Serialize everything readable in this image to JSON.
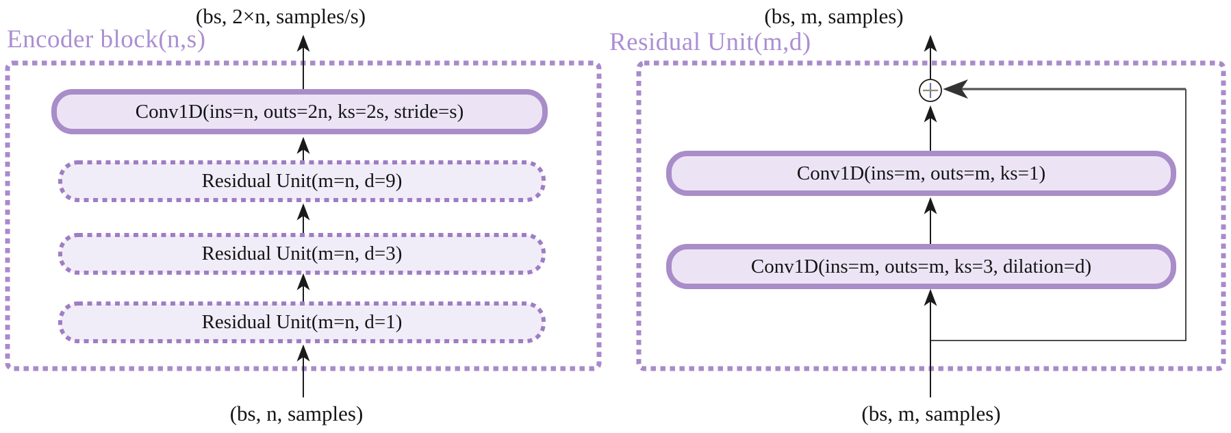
{
  "colors": {
    "container_dash": "#a98aca",
    "solid_box_border": "#a88dc9",
    "solid_box_fill": "#ece4f5",
    "dashed_box_border": "#9f7dc4",
    "dashed_box_fill": "#f1edf8",
    "title_text": "#ab8fd2",
    "label_text": "#141414",
    "arrow": "#1a1a1a",
    "skip_line": "#555555"
  },
  "left": {
    "title": "Encoder block(n,s)",
    "output_label": "(bs, 2×n, samples/s)",
    "input_label": "(bs, n, samples)",
    "conv_label": "Conv1D(ins=n, outs=2n, ks=2s, stride=s)",
    "residual_units": [
      "Residual Unit(m=n, d=9)",
      "Residual Unit(m=n, d=3)",
      "Residual Unit(m=n, d=1)"
    ]
  },
  "right": {
    "title": "Residual Unit(m,d)",
    "output_label": "(bs, m, samples)",
    "input_label": "(bs, m, samples)",
    "conv_labels": [
      "Conv1D(ins=m, outs=m, ks=1)",
      "Conv1D(ins=m, outs=m, ks=3, dilation=d)"
    ],
    "sum_icon": "circled-plus"
  }
}
